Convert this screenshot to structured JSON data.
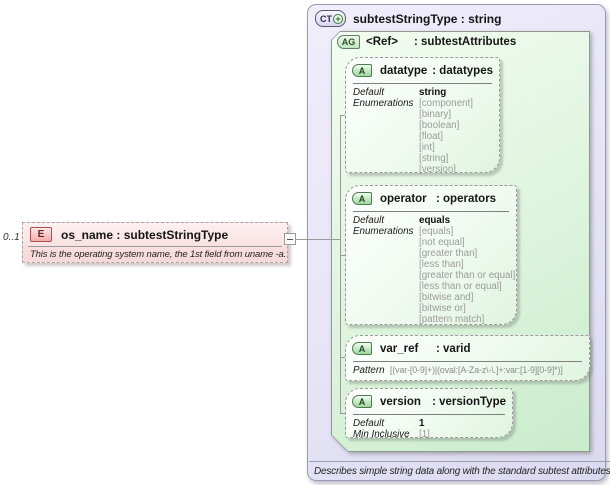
{
  "colors": {
    "element_fill": "#f9dada",
    "complex_type_fill": "#e8e6f7",
    "attribute_group_fill": "#ddf4dd",
    "attribute_fill": "#eaf8ea",
    "connector": "#999999"
  },
  "element": {
    "cardinality": "0..1",
    "badge": "E",
    "name": "os_name",
    "sep": " : ",
    "type": "subtestStringType",
    "annotation": "This is the operating system name, the 1st field from uname -a."
  },
  "ct": {
    "badge": "CT",
    "expand_icon": "+",
    "title": "subtestStringType : string",
    "annotation": "Describes simple string data along with the standard subtest attributes.",
    "ag": {
      "badge": "AG",
      "ref": "<Ref>",
      "type": ": subtestAttributes",
      "attributes": [
        {
          "badge": "A",
          "name": "datatype",
          "type": ": datatypes",
          "default_label": "Default",
          "default_value": "string",
          "enum_label": "Enumerations",
          "enums": [
            "[component]",
            "[binary]",
            "[boolean]",
            "[float]",
            "[int]",
            "[string]",
            "[version]"
          ]
        },
        {
          "badge": "A",
          "name": "operator",
          "type": ": operators",
          "default_label": "Default",
          "default_value": "equals",
          "enum_label": "Enumerations",
          "enums": [
            "[equals]",
            "[not equal]",
            "[greater than]",
            "[less than]",
            "[greater than or equal]",
            "[less than or equal]",
            "[bitwise and]",
            "[bitwise or]",
            "[pattern match]"
          ]
        },
        {
          "badge": "A",
          "name": "var_ref",
          "type": ": varid",
          "pattern_label": "Pattern",
          "pattern_value": "[(var-[0-9]+)|(oval:[A-Za-z\\-\\.]+:var:[1-9][0-9]*)]"
        },
        {
          "badge": "A",
          "name": "version",
          "type": ": versionType",
          "default_label": "Default",
          "default_value": "1",
          "mininclusive_label": "Min Inclusive",
          "mininclusive_value": "[1]"
        }
      ]
    }
  }
}
